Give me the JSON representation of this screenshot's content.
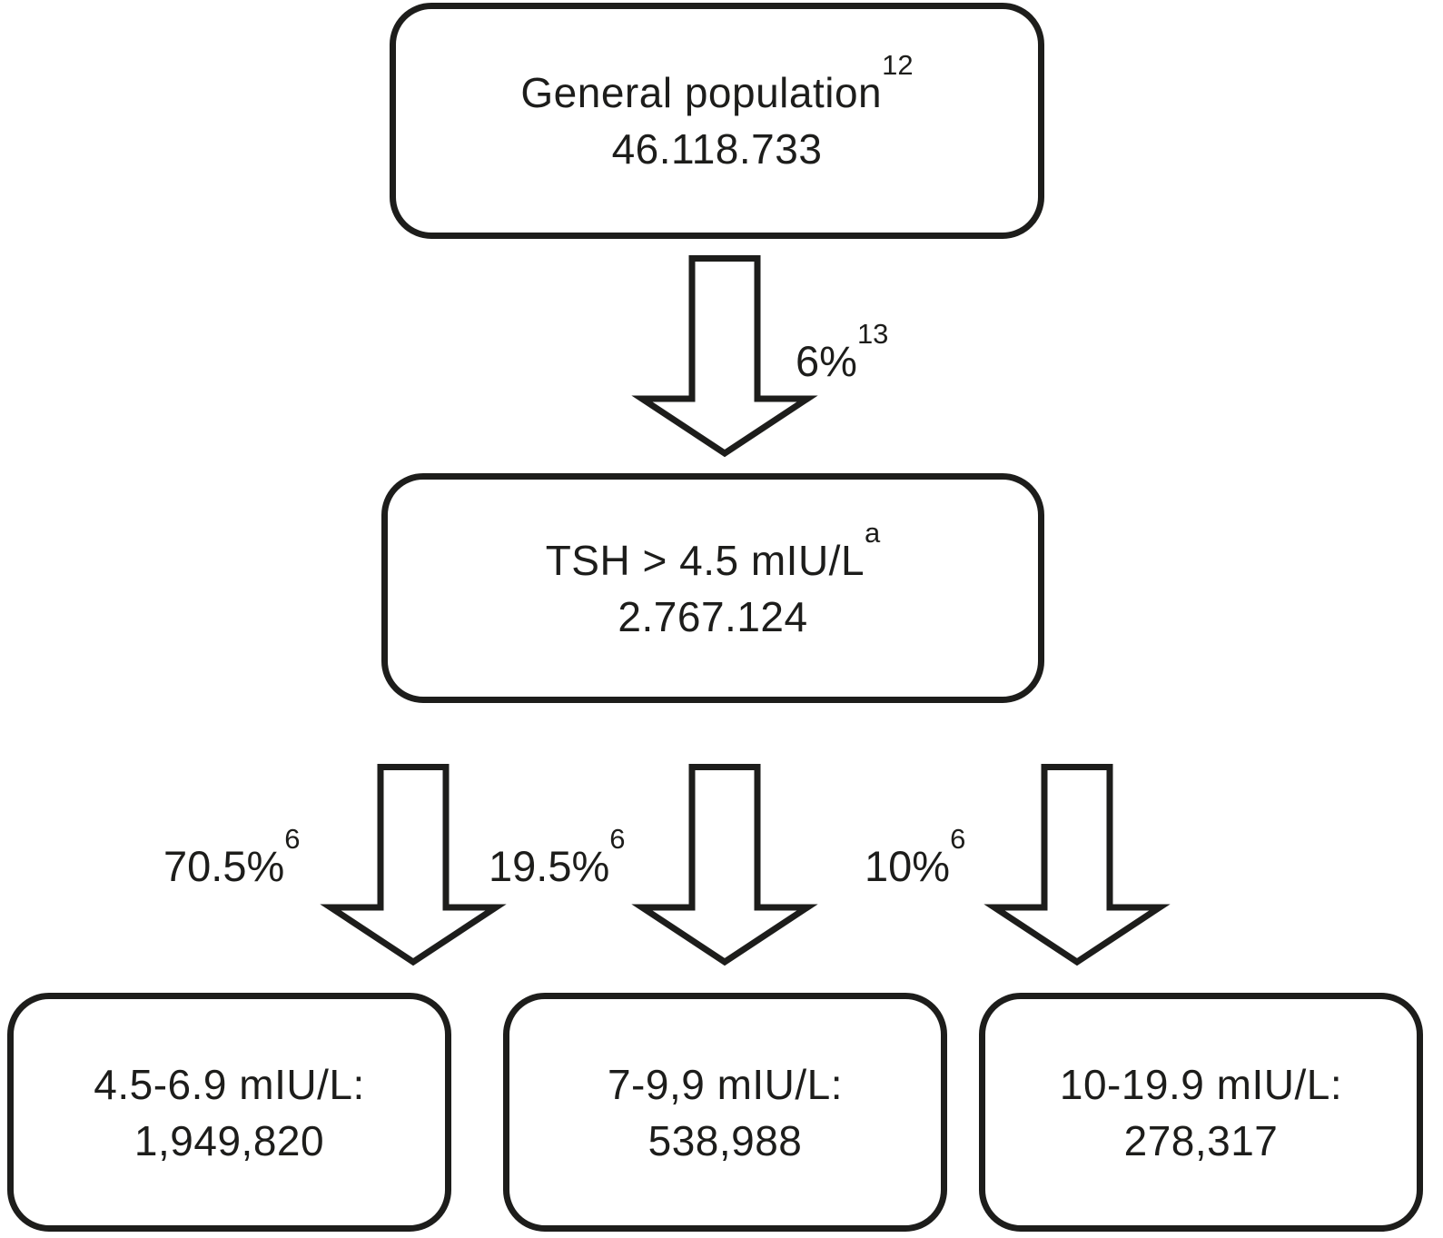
{
  "figure": {
    "background_color": "#ffffff",
    "ink_color": "#1d1d1b",
    "type": "flowchart"
  },
  "flowchart": {
    "nodes": {
      "general_population": {
        "label": "General population",
        "label_sup": "12",
        "value": "46.118.733"
      },
      "tsh_elevated": {
        "label": "TSH > 4.5 mIU/L",
        "label_sup": "a",
        "value": "2.767.124"
      },
      "range_mild": {
        "label": "4.5-6.9 mIU/L:",
        "value": "1,949,820"
      },
      "range_moderate": {
        "label": "7-9,9 mIU/L:",
        "value": "538,988"
      },
      "range_severe": {
        "label": "10-19.9 mIU/L:",
        "value": "278,317"
      }
    },
    "arrow_labels": {
      "to_tsh_elevated": {
        "percent": "6%",
        "sup": "13"
      },
      "to_mild": {
        "percent": "70.5%",
        "sup": "6"
      },
      "to_moderate": {
        "percent": "19.5%",
        "sup": "6"
      },
      "to_severe": {
        "percent": "10%",
        "sup": "6"
      }
    }
  }
}
